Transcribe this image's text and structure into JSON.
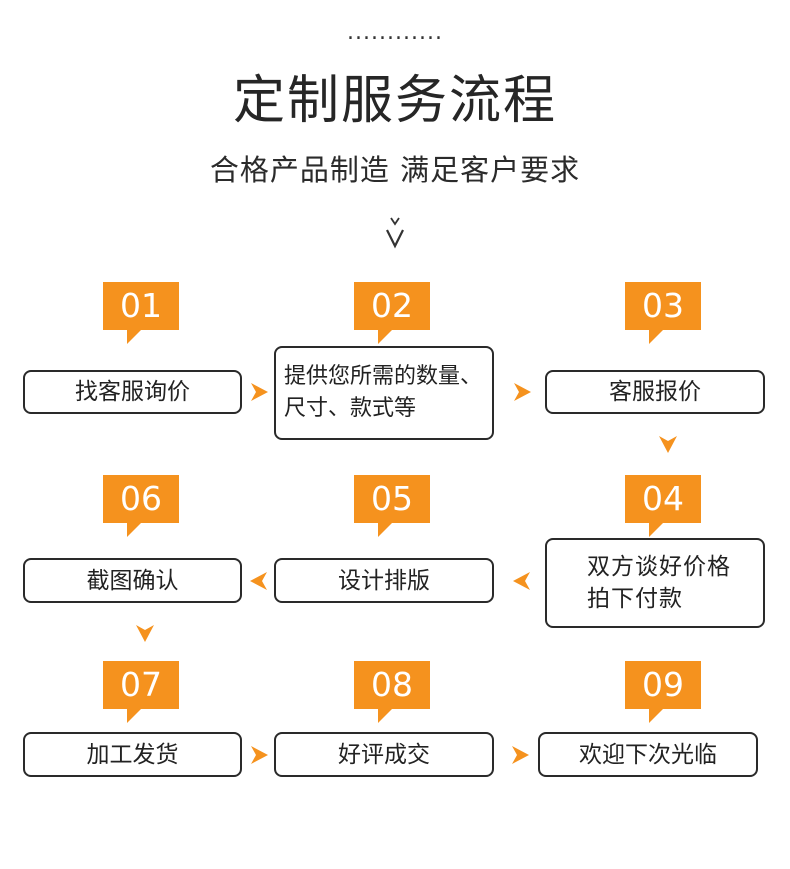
{
  "header": {
    "dots": "............",
    "title": "定制服务流程",
    "subtitle": "合格产品制造  满足客户要求"
  },
  "steps": [
    {
      "num": "01",
      "text": "找客服询价"
    },
    {
      "num": "02",
      "text": "提供您所需的数量、尺寸、款式等"
    },
    {
      "num": "03",
      "text": "客服报价"
    },
    {
      "num": "04",
      "text": "双方谈好价格拍下付款"
    },
    {
      "num": "05",
      "text": "设计排版"
    },
    {
      "num": "06",
      "text": "截图确认"
    },
    {
      "num": "07",
      "text": "加工发货"
    },
    {
      "num": "08",
      "text": "好评成交"
    },
    {
      "num": "09",
      "text": "欢迎下次光临"
    }
  ],
  "colors": {
    "accent": "#f5921e",
    "border": "#2a2a2a",
    "text": "#222222"
  }
}
